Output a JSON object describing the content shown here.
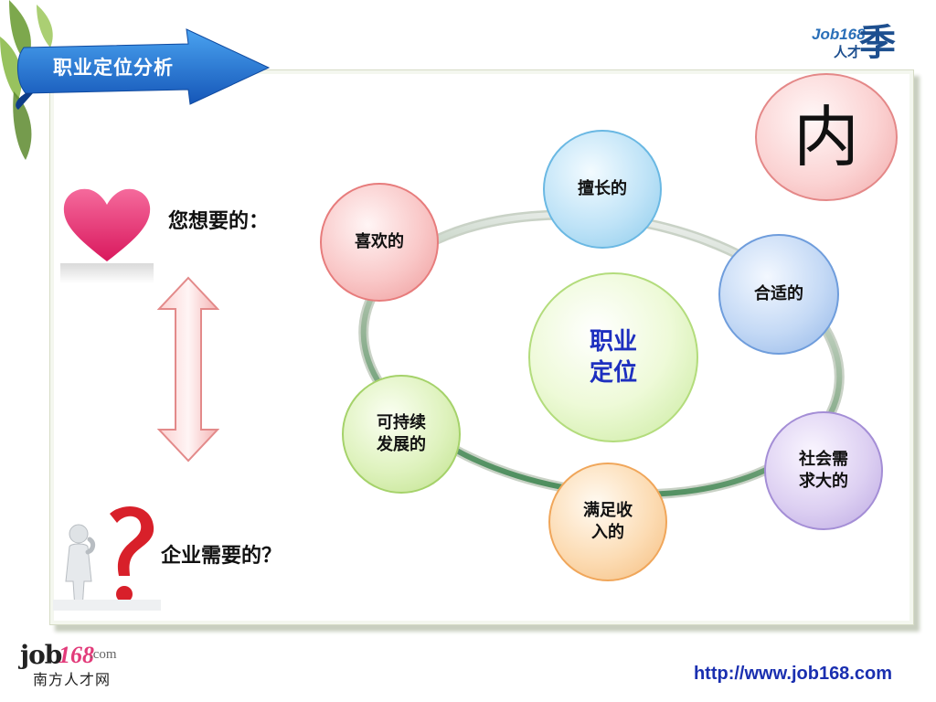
{
  "header": {
    "title": "职业定位分析"
  },
  "logo_top": {
    "text": "Job168",
    "char": "季",
    "sub": "人才"
  },
  "left": {
    "want_label": "您想要的：",
    "company_label": "企业需要的？"
  },
  "diagram": {
    "center": [
      "职业",
      "定位"
    ],
    "nodes": [
      {
        "id": "like",
        "lines": [
          "喜欢的"
        ]
      },
      {
        "id": "good-at",
        "lines": [
          "擅长的"
        ]
      },
      {
        "id": "suitable",
        "lines": [
          "合适的"
        ]
      },
      {
        "id": "social-demand",
        "lines": [
          "社会需",
          "求大的"
        ]
      },
      {
        "id": "income",
        "lines": [
          "满足收",
          "入的"
        ]
      },
      {
        "id": "sustainable",
        "lines": [
          "可持续",
          "发展的"
        ]
      }
    ],
    "inner_char": "内"
  },
  "footer": {
    "url": "http://www.job168.com",
    "logo_job": "job",
    "logo_168": "168",
    "logo_com": ".com",
    "logo_cn": "南方人才网"
  },
  "colors": {
    "banner_blue": "#1f6fd1",
    "center_text": "#1d2fbf",
    "url_blue": "#1a2fb0"
  }
}
